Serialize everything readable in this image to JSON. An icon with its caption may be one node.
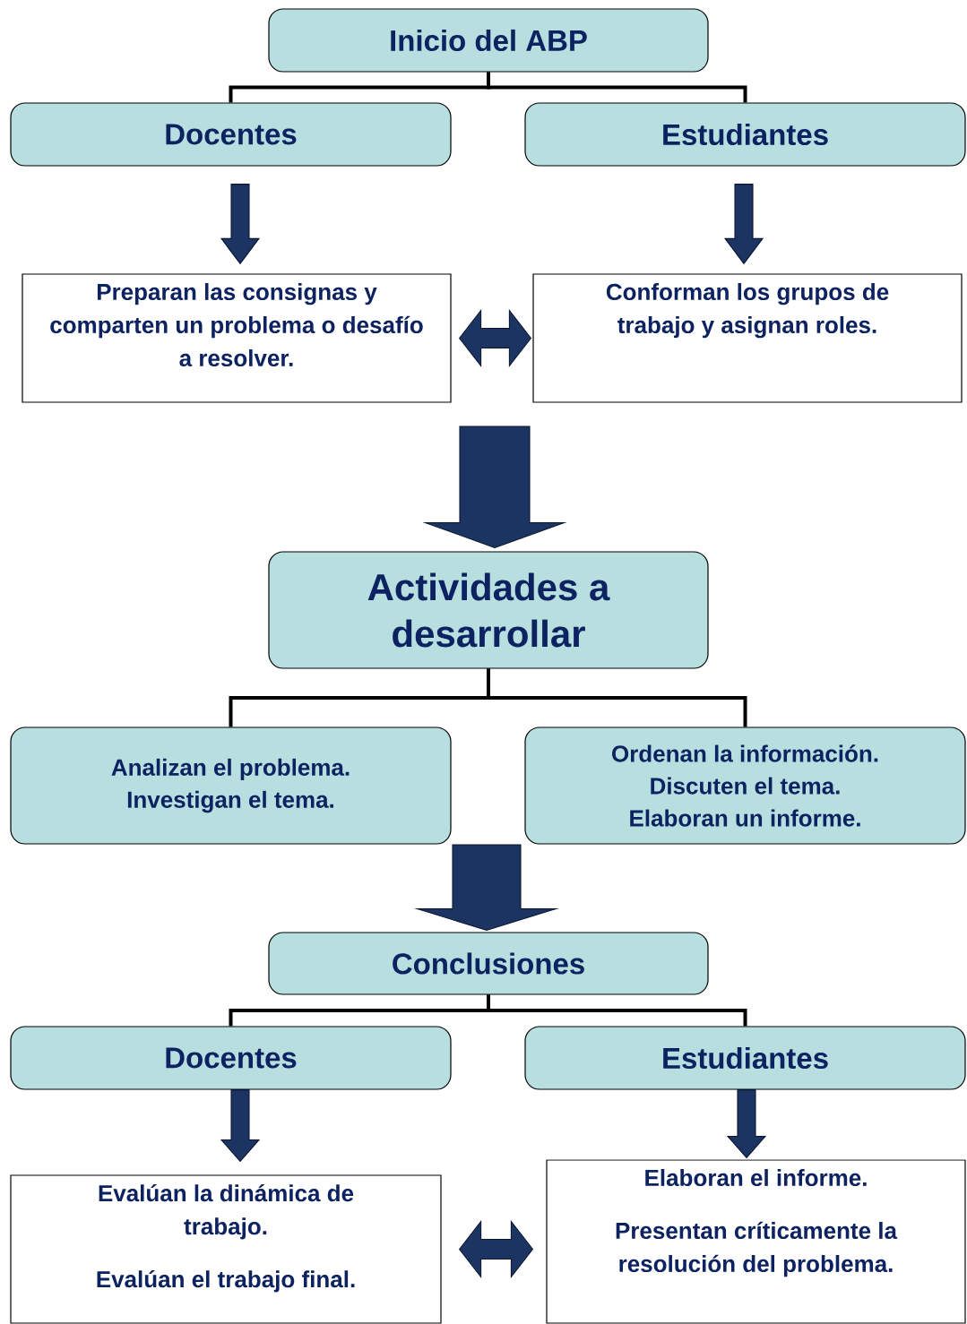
{
  "diagram": {
    "nodes": [
      {
        "text": [
          "Inicio del ABP"
        ]
      },
      {
        "text": [
          "Docentes"
        ]
      },
      {
        "text": [
          "Estudiantes"
        ]
      },
      {
        "text": [
          "Preparan las consignas y comparten un problema o desafío a resolver."
        ]
      },
      {
        "text": [
          "Conforman los grupos de trabajo y asignan roles."
        ]
      },
      {
        "text": [
          "Actividades a desarrollar"
        ]
      },
      {
        "text": [
          "Analizan el problema.",
          "Investigan el tema."
        ]
      },
      {
        "text": [
          "Ordenan la información.",
          "Discuten el tema.",
          "Elaboran un informe."
        ]
      },
      {
        "text": [
          "Conclusiones"
        ]
      },
      {
        "text": [
          "Docentes"
        ]
      },
      {
        "text": [
          "Estudiantes"
        ]
      },
      {
        "text": [
          "Evalúan la dinámica de trabajo.",
          "Evalúan el trabajo final."
        ]
      },
      {
        "text": [
          "Elaboran el informe.",
          "Presentan críticamente la resolución del problema."
        ]
      }
    ],
    "edges": [
      {
        "from": 0,
        "to": 1,
        "arrow": "none",
        "color": "#000000"
      },
      {
        "from": 0,
        "to": 2,
        "arrow": "none",
        "color": "#000000"
      },
      {
        "from": 1,
        "to": 3,
        "arrow": "to"
      },
      {
        "from": 2,
        "to": 4,
        "arrow": "to"
      },
      {
        "from": 3,
        "to": 4,
        "arrow": "both"
      },
      {
        "from": null,
        "to": 5,
        "arrow": "to"
      },
      {
        "from": 5,
        "to": 6,
        "arrow": "none",
        "color": "#000000"
      },
      {
        "from": 5,
        "to": 7,
        "arrow": "none",
        "color": "#000000"
      },
      {
        "from": null,
        "to": 8,
        "arrow": "to"
      },
      {
        "from": 8,
        "to": 9,
        "arrow": "none",
        "color": "#000000"
      },
      {
        "from": 8,
        "to": 10,
        "arrow": "none",
        "color": "#000000"
      },
      {
        "from": 9,
        "to": 11,
        "arrow": "to"
      },
      {
        "from": 10,
        "to": 12,
        "arrow": "to"
      },
      {
        "from": 11,
        "to": 12,
        "arrow": "both"
      }
    ]
  }
}
